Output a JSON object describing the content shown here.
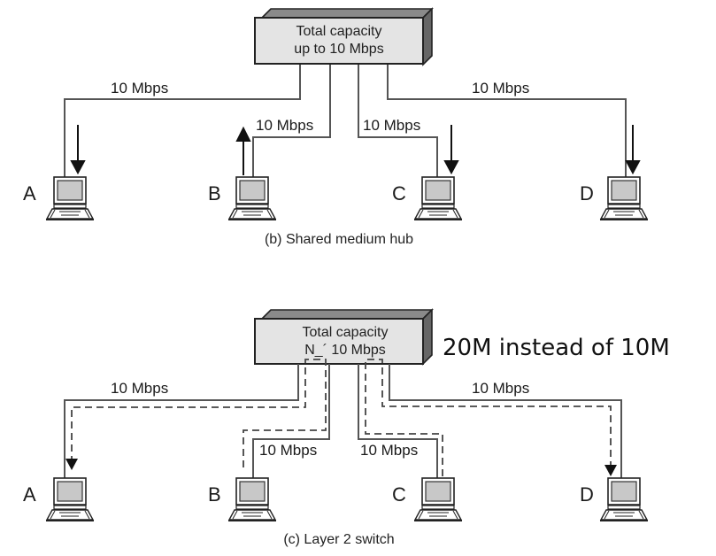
{
  "colors": {
    "line": "#555555",
    "box_fill": "#e4e4e4",
    "box_side": "#777777",
    "box_top": "#9a9a9a",
    "screen": "#c8c8c8",
    "arrow": "#111111"
  },
  "diagrams": [
    {
      "id": "hub",
      "box_lines": [
        "Total capacity",
        "up to 10 Mbps"
      ],
      "caption": "(b) Shared medium hub",
      "links": [
        {
          "node": "A",
          "rate": "10 Mbps",
          "arrow": "down"
        },
        {
          "node": "B",
          "rate": "10 Mbps",
          "arrow": "up"
        },
        {
          "node": "C",
          "rate": "10 Mbps",
          "arrow": "down"
        },
        {
          "node": "D",
          "rate": "10 Mbps",
          "arrow": "down"
        }
      ]
    },
    {
      "id": "switch",
      "box_lines": [
        "Total capacity",
        "N_´ 10 Mbps"
      ],
      "caption": "(c) Layer 2 switch",
      "note": "20M instead of 10M",
      "links": [
        {
          "node": "A",
          "rate": "10 Mbps"
        },
        {
          "node": "B",
          "rate": "10 Mbps"
        },
        {
          "node": "C",
          "rate": "10 Mbps"
        },
        {
          "node": "D",
          "rate": "10 Mbps"
        }
      ],
      "flows": [
        {
          "from": "B",
          "to": "A"
        },
        {
          "from": "C",
          "to": "D"
        }
      ]
    }
  ]
}
